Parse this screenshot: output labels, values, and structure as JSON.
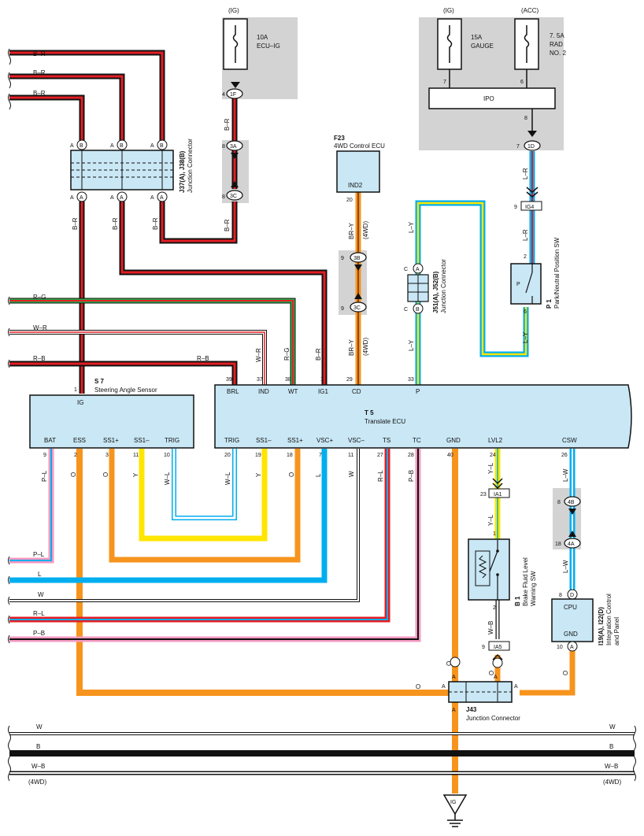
{
  "fuse_ig": {
    "header": "(IG)",
    "rating": "10A",
    "name": "ECU–IG"
  },
  "fuse_gauge": {
    "header": "(IG)",
    "rating": "15A",
    "name": "GAUGE"
  },
  "fuse_rad": {
    "header": "(ACC)",
    "rating": "7. 5A",
    "name1": "RAD",
    "name2": "NO. 2"
  },
  "ipo": {
    "label": "IPO"
  },
  "f23": {
    "code": "F23",
    "name": "4WD Control ECU",
    "terminal": "IND2"
  },
  "p1": {
    "code": "P 1",
    "name": "Park/Neutral Position SW",
    "contact": "P"
  },
  "j37": {
    "code": "J37(A), J38(B)",
    "name": "Junction Connector"
  },
  "j51": {
    "code": "J51(A), J52(B)",
    "name": "Junction Connector"
  },
  "s7": {
    "code": "S 7",
    "name": "Steering Angle Sensor",
    "top_terminal": "IG",
    "terminals": [
      "BAT",
      "ESS",
      "SS1+",
      "SS1–",
      "TRIG"
    ]
  },
  "t5": {
    "code": "T 5",
    "name": "Translate ECU",
    "top_terminals": [
      "BRL",
      "IND",
      "WT",
      "IG1",
      "CD",
      "P"
    ],
    "bottom_terminals": [
      "TRIG",
      "SS1–",
      "SS1+",
      "VSC+",
      "VSC–",
      "TS",
      "TC",
      "GND",
      "LVL2",
      "CSW"
    ]
  },
  "b1": {
    "code": "B 1",
    "name1": "Brake Fluid Level",
    "name2": "Warning SW"
  },
  "i19": {
    "code": "I19(A), I22(D)",
    "name1": "Integration Control",
    "name2": "and Panel",
    "cpu": "CPU",
    "gnd": "GND"
  },
  "j43": {
    "code": "J43",
    "name": "Junction Connector"
  },
  "ground": {
    "label": "IG"
  },
  "connectors": {
    "c1F": "1F",
    "c3A": "3A",
    "c3C": "3C",
    "c1D": "1D",
    "cIG4": "IG4",
    "c3B": "3B",
    "c3Cb": "3C",
    "cIA1": "IA1",
    "c4B": "4B",
    "c4A": "4A",
    "cIA5": "IA5",
    "cA": "A",
    "cB": "B",
    "cC": "C",
    "cD": "D"
  },
  "pins": {
    "p4": "4",
    "p8": "8",
    "p7": "7",
    "p6": "6",
    "p9": "9",
    "p2": "2",
    "p1": "1",
    "p20": "20",
    "p29": "29",
    "p33": "33",
    "p39": "39",
    "p37": "37",
    "p38": "38",
    "p3": "3",
    "p11": "11",
    "p10": "10",
    "p19": "19",
    "p18": "18",
    "p27": "27",
    "p28": "28",
    "p40": "40",
    "p24": "24",
    "p26": "26",
    "p23": "23",
    "p18b": "18"
  },
  "wires": {
    "BR": "B–R",
    "RG": "R–G",
    "WR": "W–R",
    "RB": "R–B",
    "BRY": "BR–Y",
    "WD4": "(4WD)",
    "LY": "L–Y",
    "LR": "L–R",
    "PL": "P–L",
    "O": "O",
    "Y": "Y",
    "WL": "W–L",
    "L": "L",
    "W": "W",
    "RL": "R–L",
    "PB": "P–B",
    "YL": "Y–L",
    "LW": "L–W",
    "WB": "W–B",
    "B": "B"
  },
  "colors": {
    "black": "#111111",
    "red": "#e31e24",
    "green": "#2eaa4a",
    "orange": "#f7941d",
    "yellow": "#ffe500",
    "blue": "#00aeef",
    "pink": "#f49ac1",
    "gray": "#d3d3d3",
    "box": "#c9e7f5"
  }
}
